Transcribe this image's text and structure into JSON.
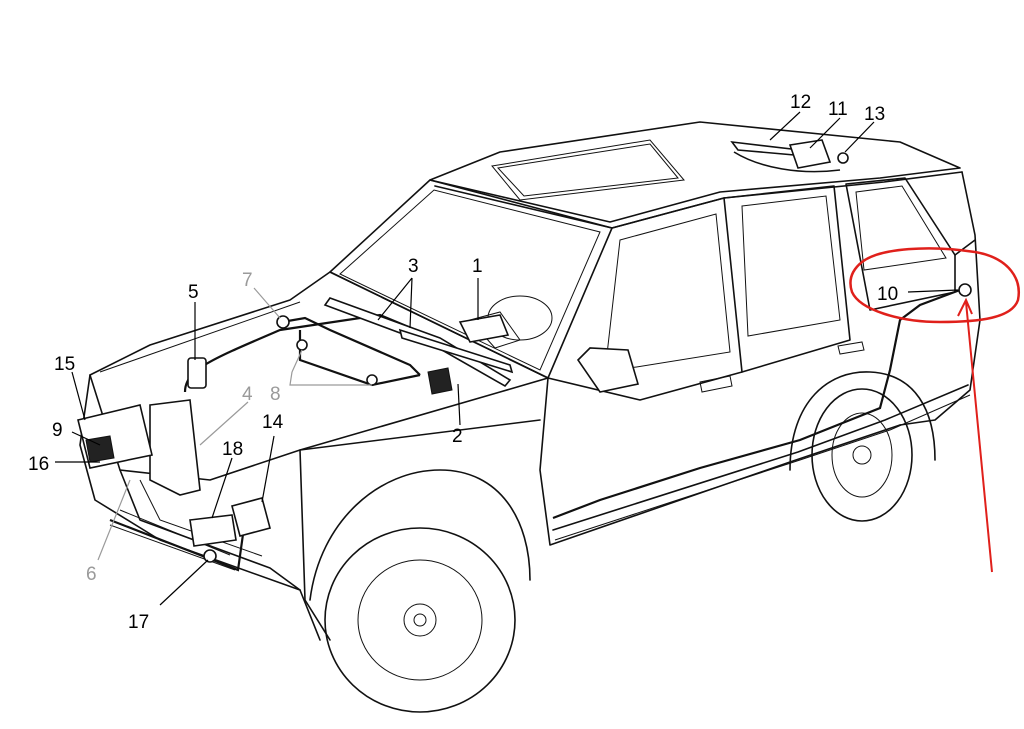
{
  "callouts": [
    {
      "id": "1",
      "label": "1",
      "muted": false
    },
    {
      "id": "2",
      "label": "2",
      "muted": false
    },
    {
      "id": "3",
      "label": "3",
      "muted": false
    },
    {
      "id": "4",
      "label": "4",
      "muted": true
    },
    {
      "id": "5",
      "label": "5",
      "muted": false
    },
    {
      "id": "6",
      "label": "6",
      "muted": true
    },
    {
      "id": "7",
      "label": "7",
      "muted": true
    },
    {
      "id": "8",
      "label": "8",
      "muted": true
    },
    {
      "id": "9",
      "label": "9",
      "muted": false
    },
    {
      "id": "10",
      "label": "10",
      "muted": false
    },
    {
      "id": "11",
      "label": "11",
      "muted": false
    },
    {
      "id": "12",
      "label": "12",
      "muted": false
    },
    {
      "id": "13",
      "label": "13",
      "muted": false
    },
    {
      "id": "14",
      "label": "14",
      "muted": false
    },
    {
      "id": "15",
      "label": "15",
      "muted": false
    },
    {
      "id": "16",
      "label": "16",
      "muted": false
    },
    {
      "id": "17",
      "label": "17",
      "muted": false
    },
    {
      "id": "18",
      "label": "18",
      "muted": false
    }
  ],
  "annotation": {
    "highlighted_callout": "10",
    "color": "#e0201b"
  },
  "colors": {
    "line": "#111111",
    "muted_label": "#9a9a9a",
    "background": "#ffffff"
  }
}
